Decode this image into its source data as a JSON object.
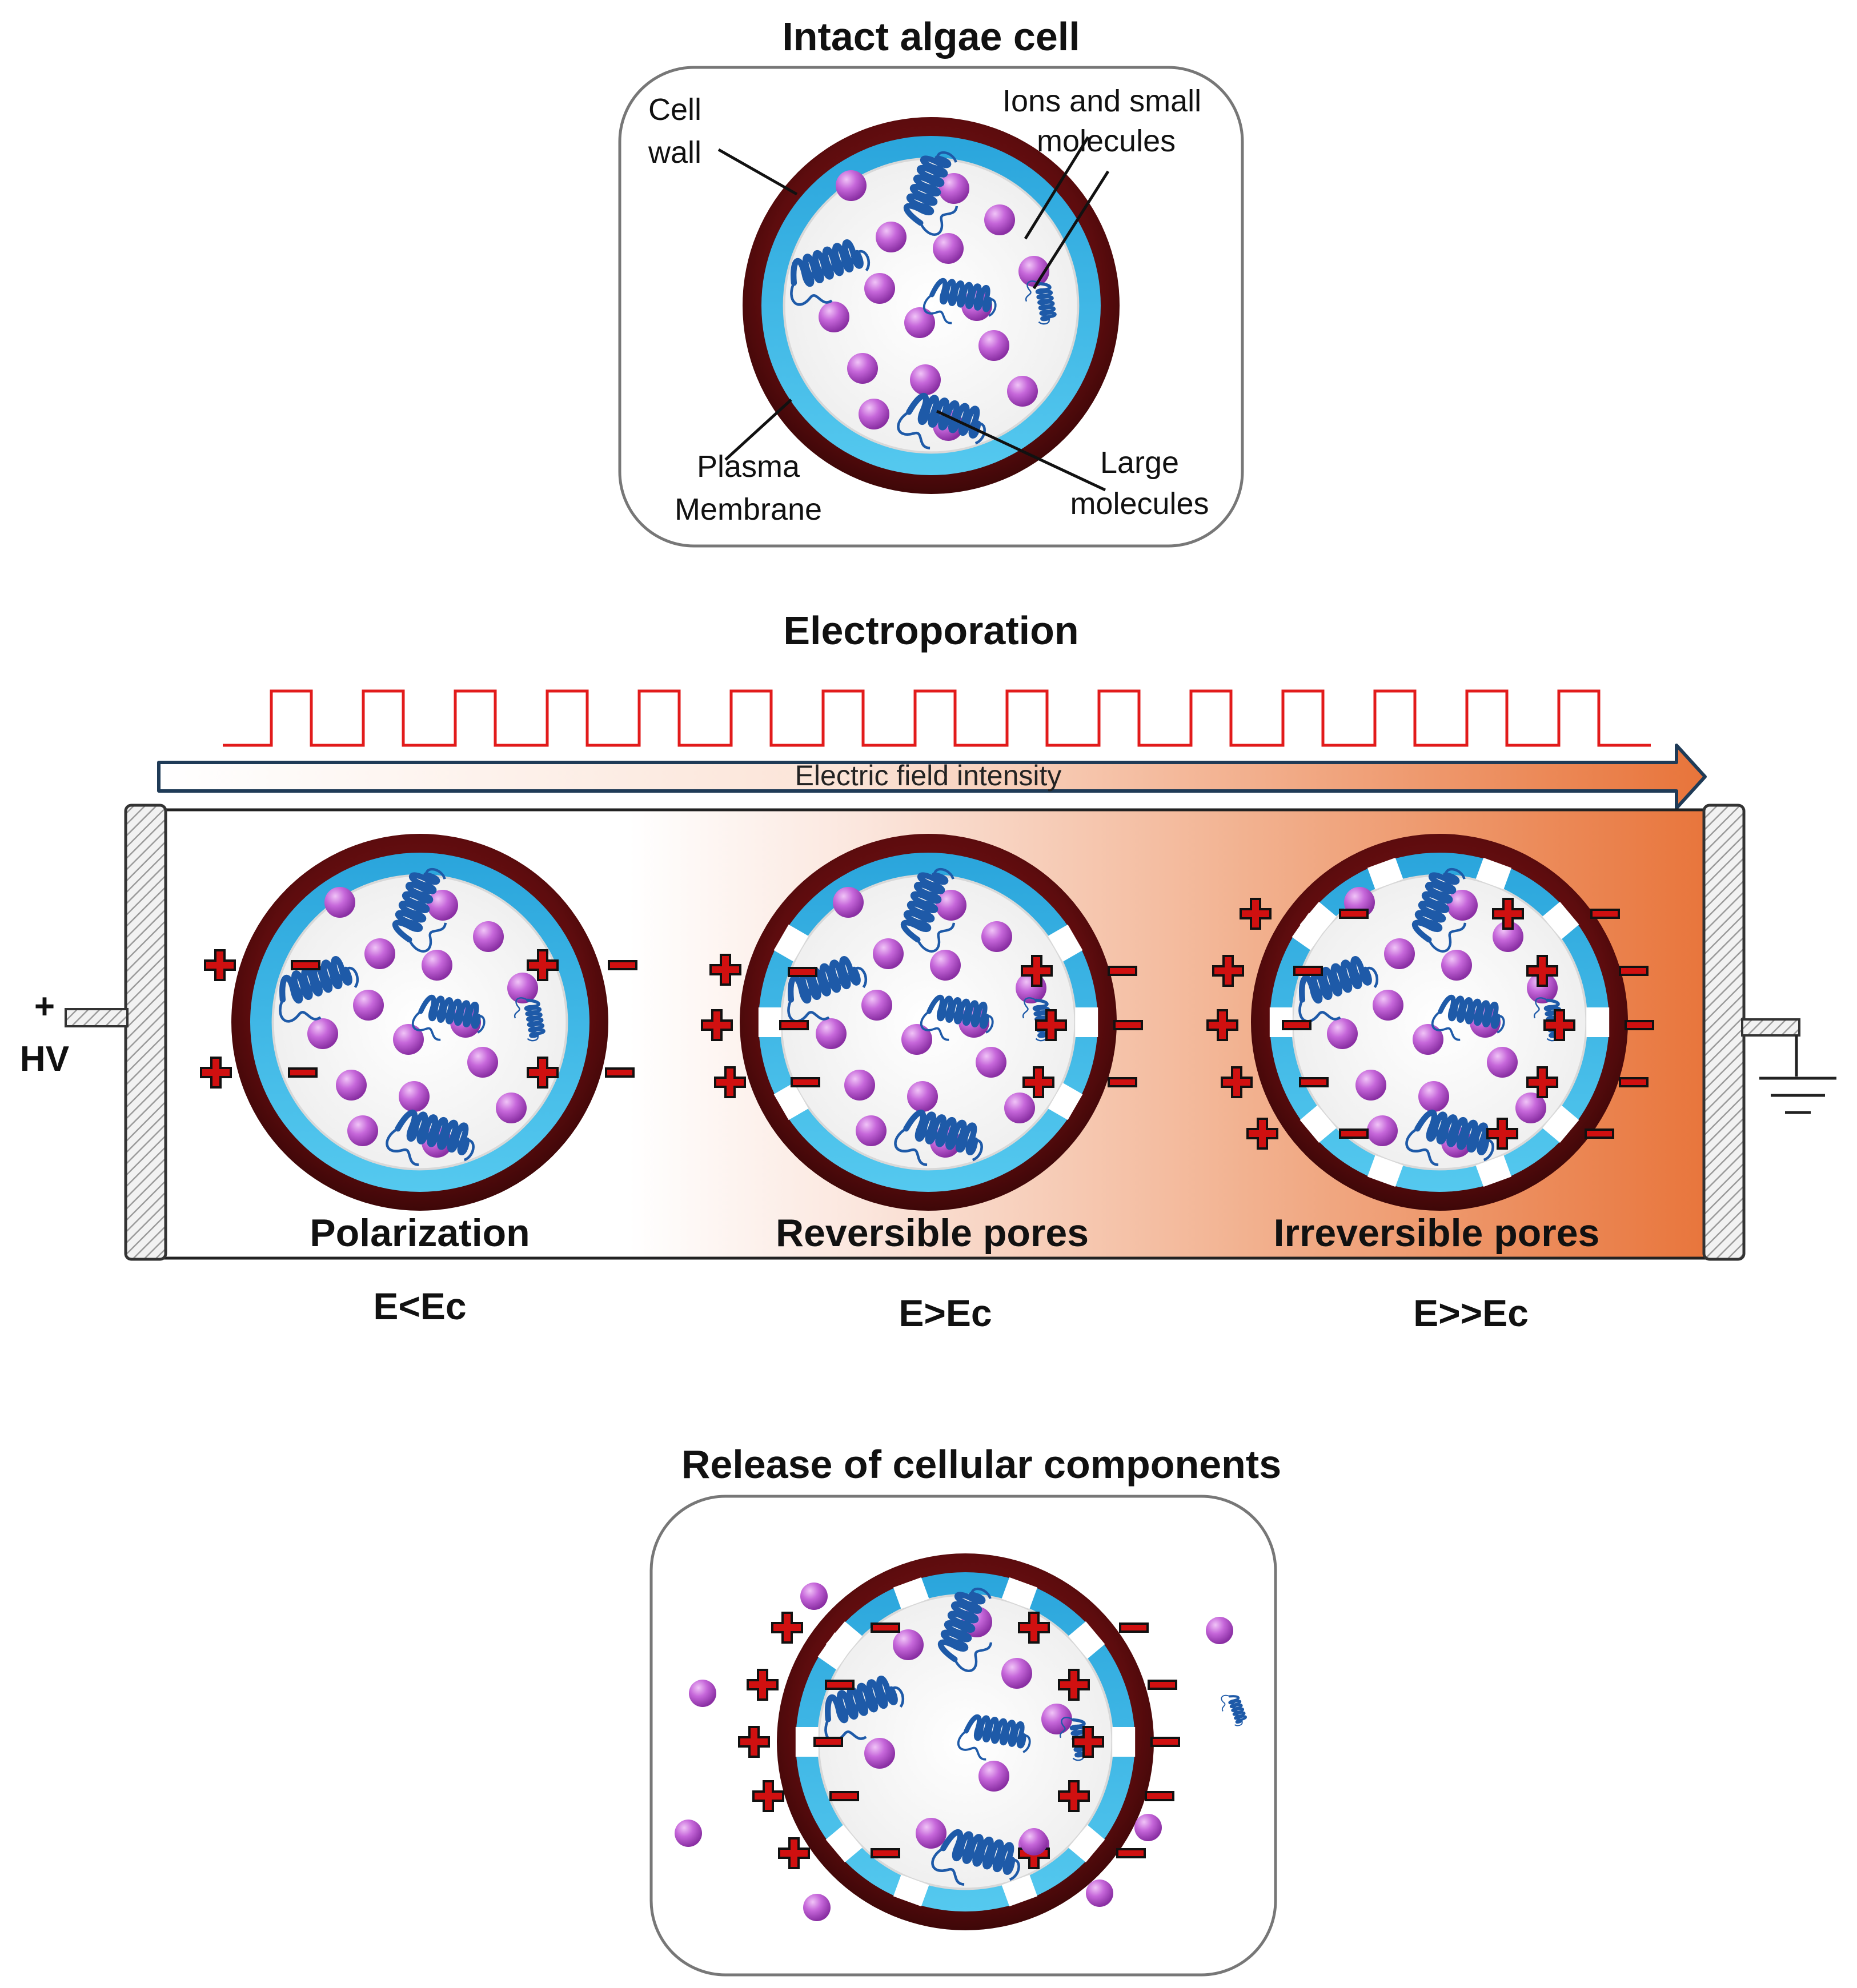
{
  "colors": {
    "cell_wall": "#6b1012",
    "membrane": "#3cb4e5",
    "molecule": "#c061d6",
    "protein": "#1e5aa8",
    "pulse": "#e21b1b",
    "charge": "#d01010",
    "gradient_end": "#e8743a",
    "arrow_dark": "#1f3b57"
  },
  "sections": {
    "intact": {
      "title": "Intact algae cell",
      "labels": {
        "cell_wall_line1": "Cell",
        "cell_wall_line2": "wall",
        "ions_line1": "Ions and small",
        "ions_line2": "molecules",
        "membrane_line1": "Plasma",
        "membrane_line2": "Membrane",
        "large_line1": "Large",
        "large_line2": "molecules"
      }
    },
    "electroporation": {
      "title": "Electroporation",
      "arrow_label": "Electric field intensity",
      "hv_sign": "+",
      "hv_label": "HV",
      "stages": [
        {
          "name": "Polarization",
          "condition": "E<Ec"
        },
        {
          "name": "Reversible pores",
          "condition": "E>Ec"
        },
        {
          "name": "Irreversible pores",
          "condition": "E>>Ec"
        }
      ]
    },
    "release": {
      "title": "Release of cellular components"
    }
  }
}
